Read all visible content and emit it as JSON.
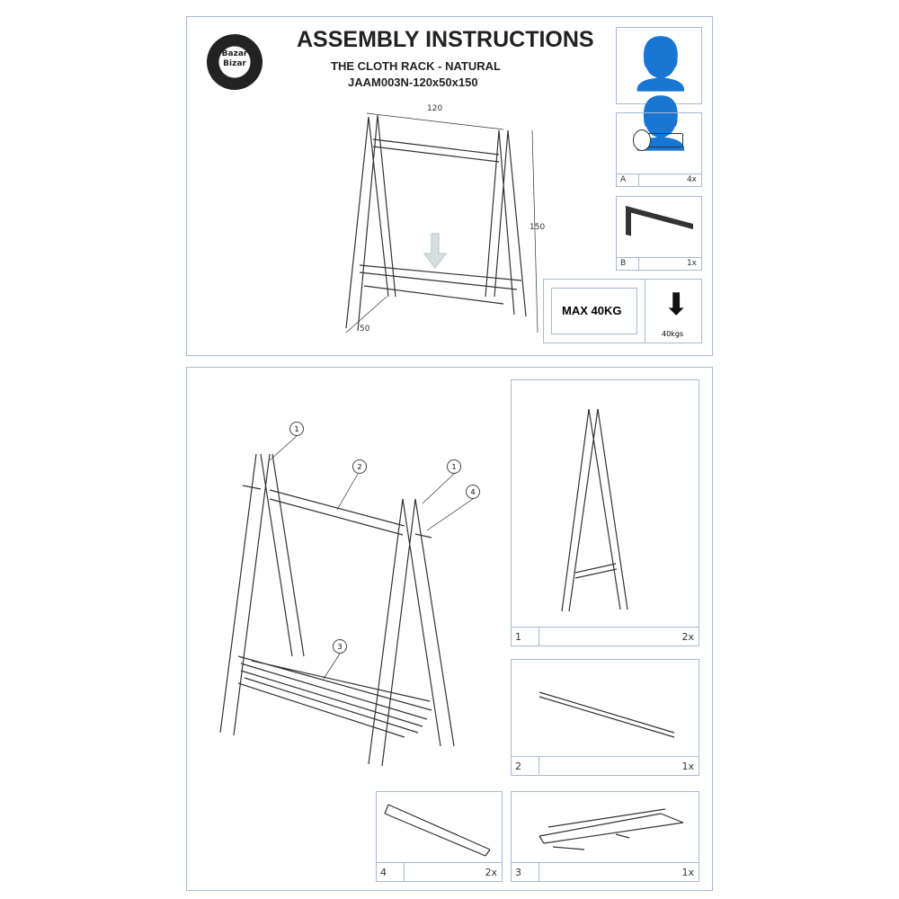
{
  "header": {
    "title": "ASSEMBLY INSTRUCTIONS",
    "product": "THE CLOTH RACK - NATURAL",
    "sku": "JAAM003N-120x50x150",
    "logo_text": "Bazar Bizar"
  },
  "dimensions": {
    "width": "120",
    "height": "150",
    "depth": "50"
  },
  "hardware": [
    {
      "letter": "A",
      "qty": "4x",
      "icon": "bolt-icon"
    },
    {
      "letter": "B",
      "qty": "1x",
      "icon": "allen-key-icon"
    }
  ],
  "persons_icon": "two-persons-icon",
  "load": {
    "label": "MAX 40KG",
    "arrow_label": "40kgs"
  },
  "callouts": [
    "1",
    "2",
    "1",
    "4",
    "3"
  ],
  "parts": [
    {
      "num": "1",
      "qty": "2x"
    },
    {
      "num": "2",
      "qty": "1x"
    },
    {
      "num": "3",
      "qty": "1x"
    },
    {
      "num": "4",
      "qty": "2x"
    }
  ],
  "colors": {
    "border": "#a9b9d6",
    "ink": "#222222"
  }
}
